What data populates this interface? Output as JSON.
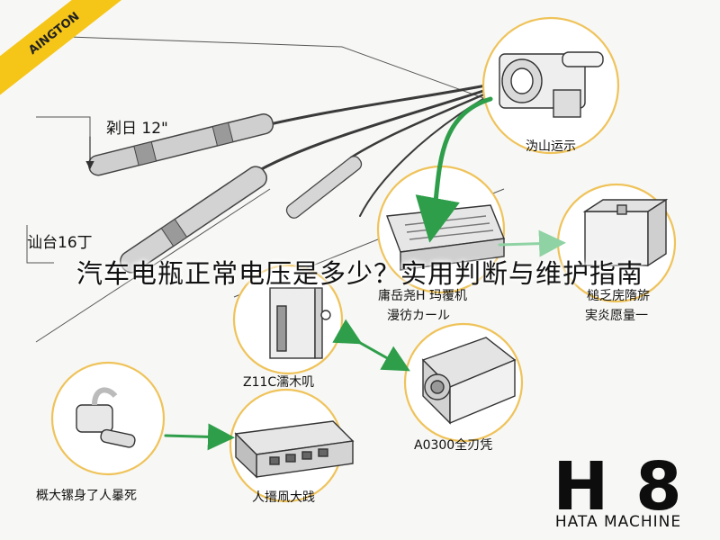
{
  "corner_badge": "AINGTON",
  "headline": "汽车电瓶正常电压是多少？实用判断与维护指南",
  "brand": {
    "logo": "H 8",
    "name": "HATA MACHINE"
  },
  "labels": {
    "probe_top": "刴日 12\"",
    "probe_bottom": "讪台16丁",
    "connector_hub": "沩山运示",
    "center_device_line1": "庸岳尧H 玛覆机",
    "center_device_line2": "漫彷カール",
    "right_box_line1": "槌乏庑隋旂",
    "right_box_line2": "実炎愿量一",
    "pump_unit": "Z11C濡木叽",
    "fan_unit": "A0300全刃凭",
    "pipe_part": "概大镙身了人曓死",
    "panel_unit": "人搢凧大践"
  },
  "colors": {
    "accent_arrow": "#2e9e4a",
    "badge": "#f5c518",
    "circle": "#efc35a"
  }
}
